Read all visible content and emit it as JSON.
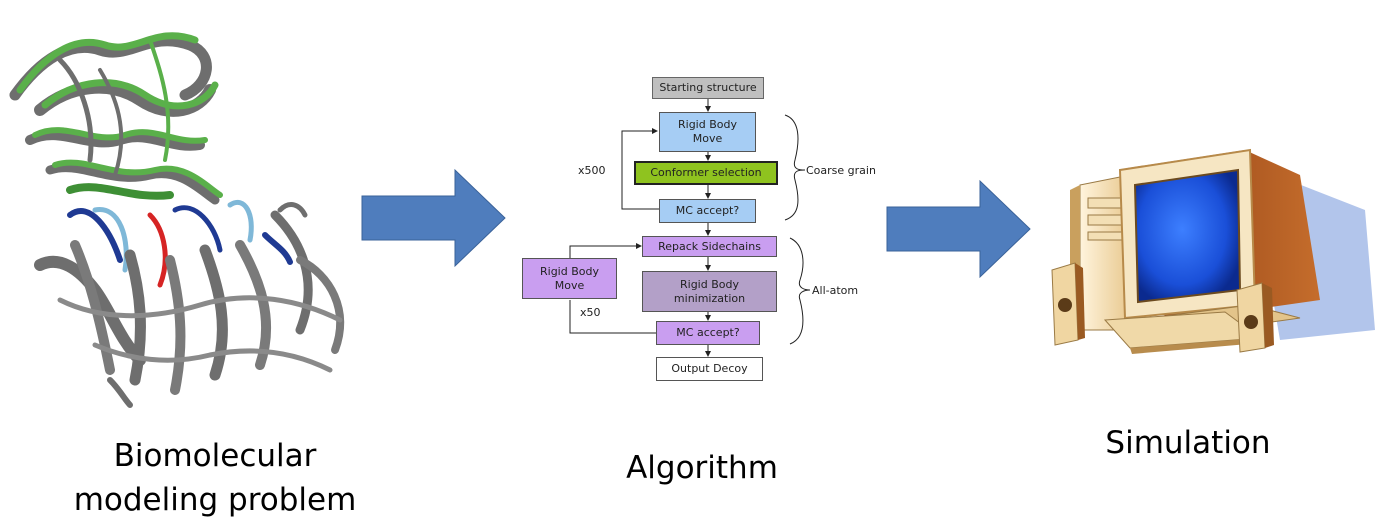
{
  "captions": {
    "problem_line1": "Biomolecular",
    "problem_line2": "modeling problem",
    "algorithm": "Algorithm",
    "simulation": "Simulation"
  },
  "flowchart": {
    "start": "Starting structure",
    "rigid_move_1": "Rigid Body Move",
    "conformer": "Conformer selection",
    "mc_accept_1": "MC accept?",
    "repack": "Repack Sidechains",
    "rigid_min": "Rigid Body minimization",
    "rigid_move_2": "Rigid Body Move",
    "mc_accept_2": "MC accept?",
    "output": "Output Decoy",
    "loop_1": "x500",
    "loop_2": "x50",
    "stage_1": "Coarse grain",
    "stage_2": "All-atom"
  },
  "colors": {
    "arrow": "#4f7dbd",
    "grey_box": "#bfbfbf",
    "blue_box": "#a6cdf4",
    "green_box": "#8fc31f",
    "purple_box": "#c99ef0",
    "mauve_box": "#b3a0c8",
    "protein_green": "#5ab04a",
    "protein_grey": "#6e6e6e",
    "protein_blue": "#1f3a93",
    "protein_red": "#d62424"
  },
  "icons": [
    "protein-structure-illustration",
    "desktop-computer-icon"
  ]
}
